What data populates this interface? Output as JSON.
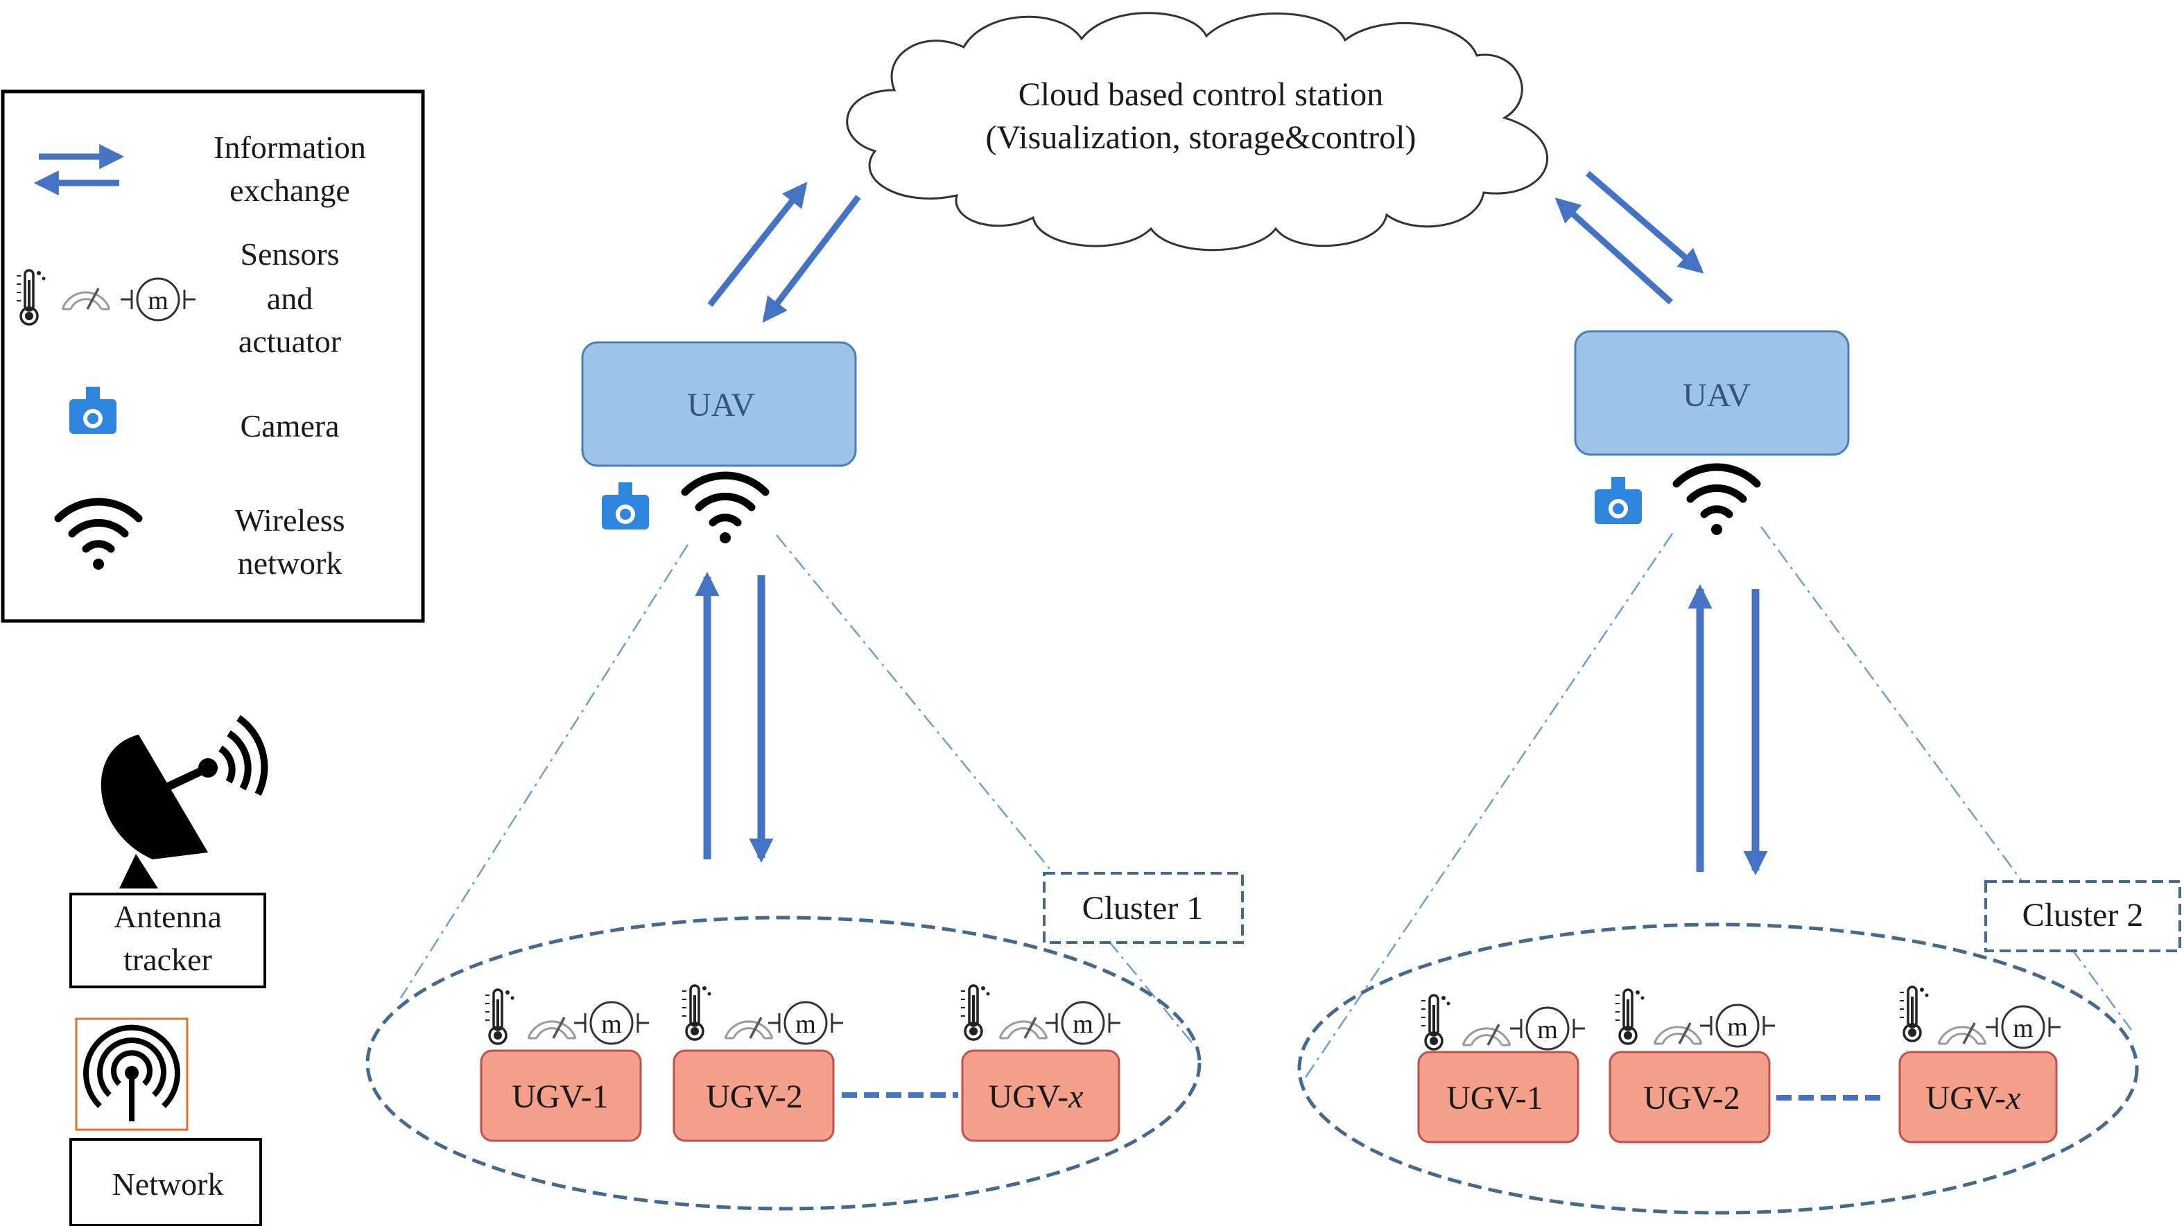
{
  "legend": {
    "info_exchange": [
      "Information",
      "exchange"
    ],
    "sensors": [
      "Sensors",
      "and",
      "actuator"
    ],
    "camera": "Camera",
    "wireless": [
      "Wireless",
      "network"
    ]
  },
  "antenna_tracker": [
    "Antenna",
    "tracker"
  ],
  "network": "Network",
  "cloud": [
    "Cloud based control station",
    "(Visualization, storage&control)"
  ],
  "clusters": [
    {
      "label": "Cluster 1",
      "uav": "UAV",
      "ugvs": [
        {
          "name": "UGV-1",
          "suffix": ""
        },
        {
          "name": "UGV-2",
          "suffix": ""
        },
        {
          "name": "UGV-",
          "suffix": "x"
        }
      ]
    },
    {
      "label": "Cluster 2",
      "uav": "UAV",
      "ugvs": [
        {
          "name": "UGV-1",
          "suffix": ""
        },
        {
          "name": "UGV-2",
          "suffix": ""
        },
        {
          "name": "UGV-",
          "suffix": "x"
        }
      ]
    }
  ],
  "sensor_m_label": "m",
  "colors": {
    "arrow": "#4472c4",
    "uav_fill": "#9dc3e6",
    "uav_stroke": "#4a7ebb",
    "ugv_fill": "#f4a08a",
    "ugv_stroke": "#c0504d",
    "camera": "#2e86de",
    "dashed": "#44698f"
  }
}
